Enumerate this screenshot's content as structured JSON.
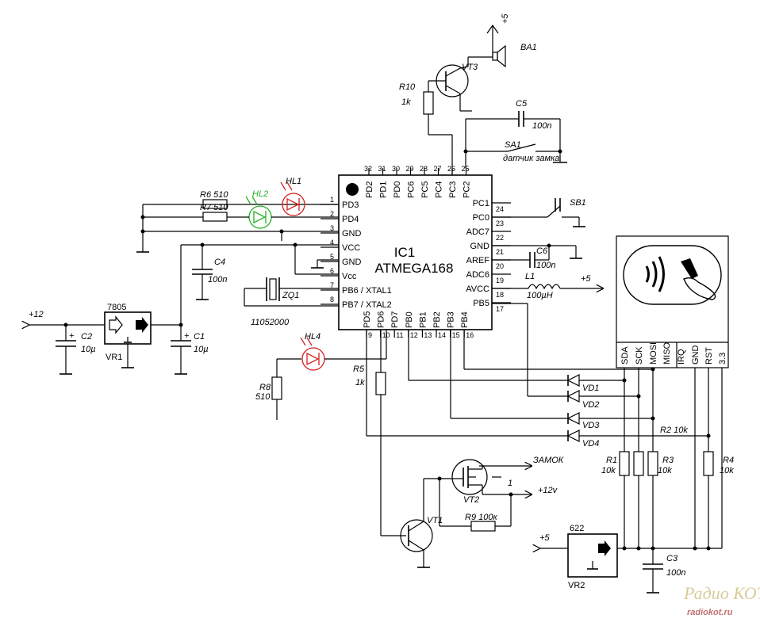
{
  "ic1": {
    "name": "IC1",
    "part": "ATMEGA168",
    "left_pins": [
      {
        "num": "1",
        "name": "PD3"
      },
      {
        "num": "2",
        "name": "PD4"
      },
      {
        "num": "3",
        "name": "GND"
      },
      {
        "num": "4",
        "name": "VCC"
      },
      {
        "num": "5",
        "name": "GND"
      },
      {
        "num": "6",
        "name": "Vcc"
      },
      {
        "num": "7",
        "name": "PB6 / XTAL1"
      },
      {
        "num": "8",
        "name": "PB7 / XTAL2"
      }
    ],
    "top_pins": [
      {
        "num": "32",
        "name": "PD2"
      },
      {
        "num": "31",
        "name": "PD1"
      },
      {
        "num": "30",
        "name": "PD0"
      },
      {
        "num": "29",
        "name": "PC6"
      },
      {
        "num": "28",
        "name": "PC5"
      },
      {
        "num": "27",
        "name": "PC4"
      },
      {
        "num": "26",
        "name": "PC3"
      },
      {
        "num": "25",
        "name": "PC2"
      }
    ],
    "right_pins": [
      {
        "num": "24",
        "name": "PC1"
      },
      {
        "num": "23",
        "name": "PC0"
      },
      {
        "num": "22",
        "name": "ADC7"
      },
      {
        "num": "21",
        "name": "GND"
      },
      {
        "num": "20",
        "name": "AREF"
      },
      {
        "num": "19",
        "name": "ADC6"
      },
      {
        "num": "18",
        "name": "AVCC"
      },
      {
        "num": "17",
        "name": "PB5"
      }
    ],
    "bottom_pins": [
      {
        "num": "9",
        "name": "PD5"
      },
      {
        "num": "10",
        "name": "PD6"
      },
      {
        "num": "11",
        "name": "PD7"
      },
      {
        "num": "12",
        "name": "PB0"
      },
      {
        "num": "13",
        "name": "PB1"
      },
      {
        "num": "14",
        "name": "PB2"
      },
      {
        "num": "15",
        "name": "PB3"
      },
      {
        "num": "16",
        "name": "PB4"
      }
    ]
  },
  "reader": {
    "pins": [
      "SDA",
      "SCK",
      "MOSI",
      "MISO",
      "IRQ",
      "GND",
      "RST",
      "3.3"
    ]
  },
  "labels": {
    "ba1": "BA1",
    "plus5_top": "+5",
    "vt3": "VT3",
    "r10": "R10",
    "r10_val": "1k",
    "c5": "C5",
    "c5_val": "100n",
    "sa1": "SA1",
    "sa1_desc": "датчик замка",
    "hl1": "HL1",
    "hl2": "HL2",
    "r6": "R6 510",
    "r7": "R7 510",
    "sb1": "SB1",
    "c6": "C6",
    "c6_val": "100n",
    "l1": "L1",
    "l1_val": "100µH",
    "plus5_l1": "+5",
    "c4": "C4",
    "c4_val": "100n",
    "zq1": "ZQ1",
    "zq1_val": "11052000",
    "plus12": "+12",
    "vr1_type": "7805",
    "vr1": "VR1",
    "c2": "C2",
    "c2_val": "10µ",
    "c1": "C1",
    "c1_val": "10µ",
    "hl4": "HL4",
    "r8": "R8",
    "r8_val": "510",
    "r5": "R5",
    "r5_val": "1k",
    "vd1": "VD1",
    "vd2": "VD2",
    "vd3": "VD3",
    "vd4": "VD4",
    "r2": "R2 10k",
    "r1": "R1",
    "r1_val": "10k",
    "r3": "R3",
    "r3_val": "10k",
    "r4": "R4",
    "r4_val": "10k",
    "zamok": "ЗАМОК",
    "one": "1",
    "plus12v": "+12v",
    "vt2": "VT2",
    "r9": "R9 100к",
    "vt1": "VT1",
    "plus5_vr2": "+5",
    "vr2_type": "622",
    "vr2": "VR2",
    "c3": "C3",
    "c3_val": "100n",
    "plus_c2": "+",
    "plus_c1": "+"
  },
  "watermark": {
    "brand": "Радио КОТ",
    "site": "radiokot.ru"
  },
  "colors": {
    "led_red": "#d42020",
    "led_green": "#22b022",
    "ink": "#000000",
    "watermark": "#d8cc98"
  }
}
